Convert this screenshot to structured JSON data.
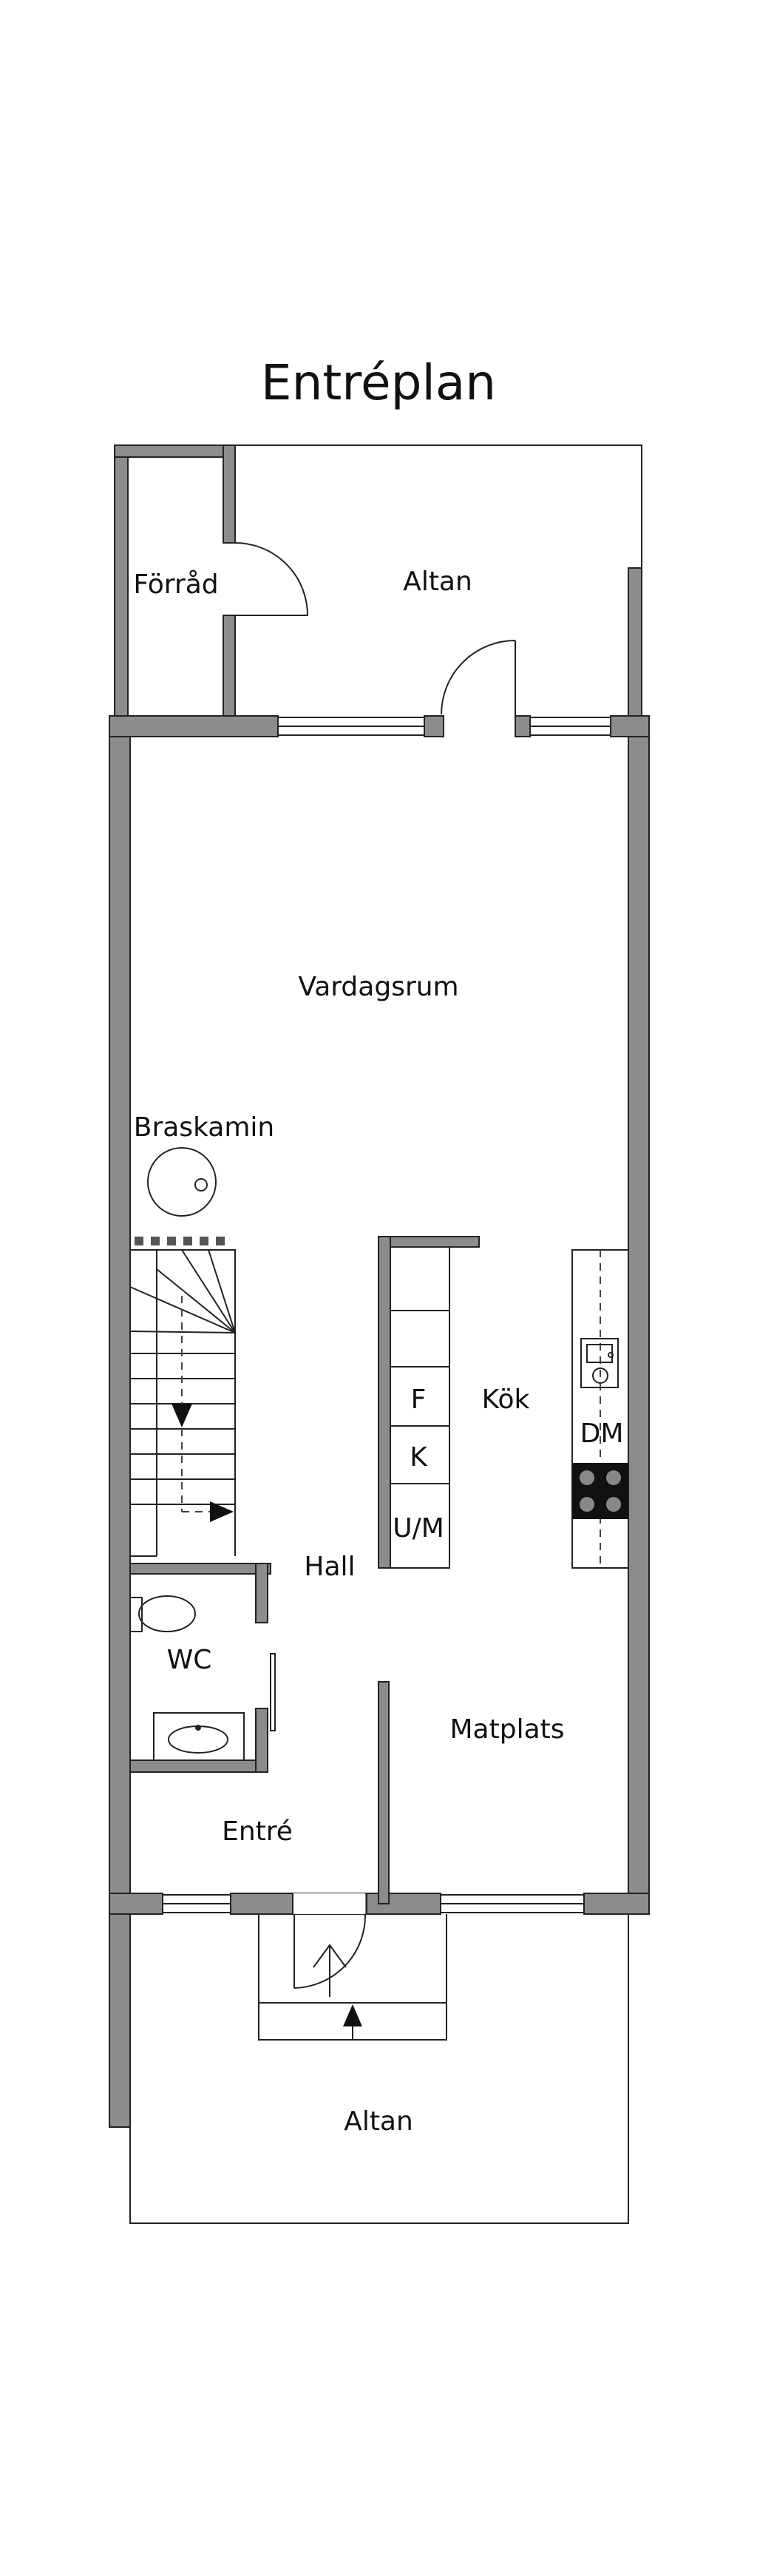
{
  "title": "Entréplan",
  "rooms": {
    "storage": "Förråd",
    "patio_top": "Altan",
    "living": "Vardagsrum",
    "stove": "Braskamin",
    "kitchen": "Kök",
    "fridge": "F",
    "freezer": "K",
    "oven": "U/M",
    "dishwasher": "DM",
    "hall": "Hall",
    "wc": "WC",
    "dining": "Matplats",
    "entry": "Entré",
    "patio_bottom": "Altan"
  },
  "colors": {
    "wall": "#8c8c8c",
    "line": "#222222",
    "background": "#ffffff"
  },
  "icons": [
    "stair-arrow-icon",
    "toilet-icon",
    "sink-icon",
    "stove-icon",
    "door-swing-icon"
  ]
}
